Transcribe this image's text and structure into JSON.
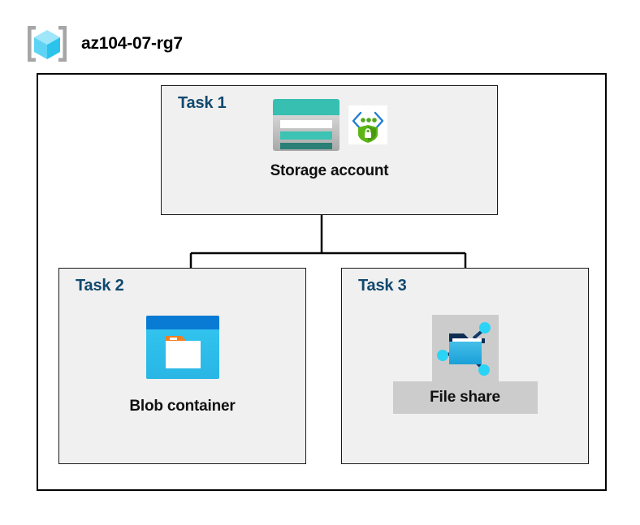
{
  "resource_group": {
    "name": "az104-07-rg7",
    "icon": "resource-group-cube-icon"
  },
  "diagram": {
    "type": "azure-architecture-hierarchy",
    "root": "az104-07-rg7",
    "tasks": [
      {
        "id": "task-1",
        "label": "Task 1",
        "node_label": "Storage account",
        "icons": [
          "storage-account-icon",
          "secure-transfer-shield-icon"
        ],
        "highlighted": false
      },
      {
        "id": "task-2",
        "label": "Task 2",
        "node_label": "Blob container",
        "icons": [
          "blob-container-icon"
        ],
        "highlighted": false
      },
      {
        "id": "task-3",
        "label": "Task 3",
        "node_label": "File share",
        "icons": [
          "file-share-icon"
        ],
        "highlighted": true
      }
    ],
    "connections": [
      {
        "from": "Storage account",
        "to": "Blob container"
      },
      {
        "from": "Storage account",
        "to": "File share"
      }
    ]
  },
  "colors": {
    "task_label": "#11496e",
    "task_box_fill": "#f0f0f0",
    "container_border": "#000000",
    "highlight_background": "#cccccc",
    "storage_teal": "#37bfb1",
    "storage_dark_teal": "#2a7f76",
    "blob_blue": "#0a7bd4",
    "blob_cyan": "#32c5f4",
    "blob_orange": "#f08020",
    "fileshare_blue": "#32aee0",
    "shield_green": "#4fa81d",
    "cube_cyan": "#33c9f0"
  }
}
